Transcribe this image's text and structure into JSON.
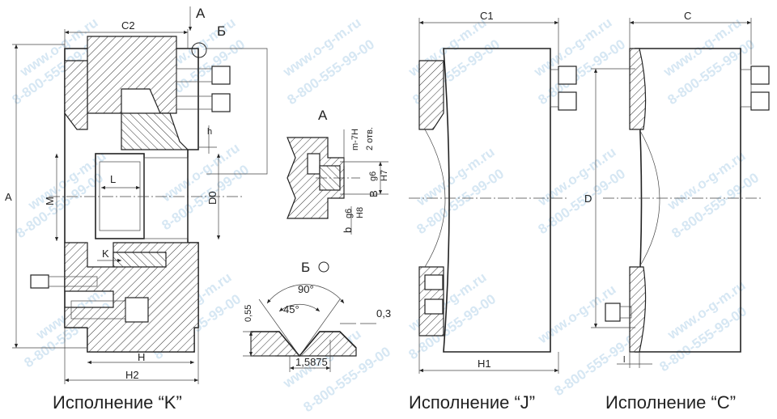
{
  "watermark": {
    "site": "www.o-g-m.ru",
    "phone": "8-800-555-99-00"
  },
  "view_k": {
    "caption": "Исполнение “K”",
    "dims": {
      "c2": "C2",
      "a_arrow": "A",
      "b_callout": "Б",
      "a_height": "A",
      "m": "M",
      "l": "L",
      "d0": "D0",
      "h_small": "h",
      "k": "K",
      "h": "H",
      "h2": "H2"
    }
  },
  "detail_a": {
    "title": "A",
    "labels": {
      "thread": "m-7H",
      "holes": "2 отв.",
      "b_fit_top": "g6",
      "b_fit_bottom": "H7",
      "b_letter": "B",
      "b_small_top": "g6",
      "b_small_bottom": "H8",
      "b_small_letter": "b"
    }
  },
  "detail_b": {
    "title": "Б",
    "angle_outer": "90°",
    "angle_inner": "45°",
    "depth": "0,55",
    "crest": "0,3",
    "pitch": "1,5875"
  },
  "view_j": {
    "caption": "Исполнение “J”",
    "dims": {
      "c1": "C1",
      "h1": "H1"
    }
  },
  "view_c": {
    "caption": "Исполнение “C”",
    "dims": {
      "c": "C",
      "d": "D",
      "l_small": "l"
    }
  }
}
